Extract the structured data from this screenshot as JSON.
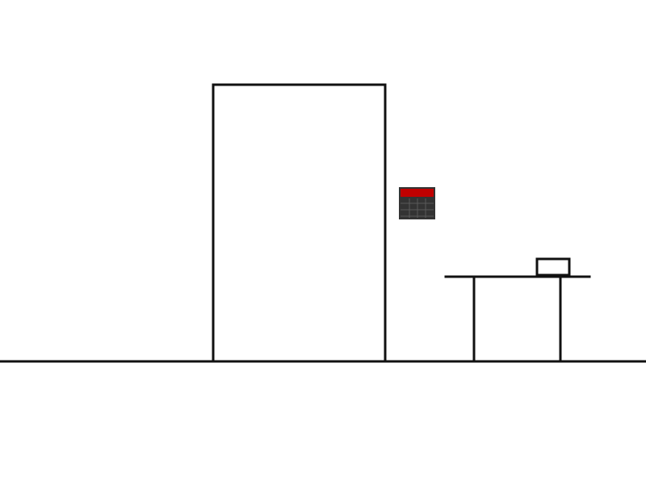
{
  "scene": {
    "background_color": "#ffffff",
    "ink_color": "#111111",
    "objects": [
      {
        "name": "door",
        "icon": "door-icon"
      },
      {
        "name": "wall-keypad",
        "icon": "keypad-icon",
        "accent_color": "#c00000",
        "body_color": "#333333"
      },
      {
        "name": "table",
        "icon": "table-icon"
      },
      {
        "name": "box-on-table",
        "icon": "box-icon"
      }
    ]
  }
}
